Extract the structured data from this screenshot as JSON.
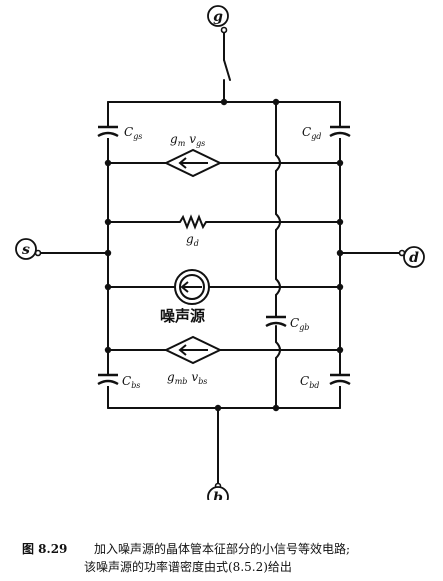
{
  "terminals": {
    "gate": "g",
    "source": "s",
    "drain": "d",
    "body": "b"
  },
  "labels": {
    "c_gs": "C",
    "c_gs_sub": "gs",
    "c_gd": "C",
    "c_gd_sub": "gd",
    "c_gb": "C",
    "c_gb_sub": "gb",
    "c_bs": "C",
    "c_bs_sub": "bs",
    "c_bd": "C",
    "c_bd_sub": "bd",
    "gm": "g",
    "gm_sub": "m",
    "vgs": "v",
    "vgs_sub": "gs",
    "gd": "g",
    "gd_sub": "d",
    "gmb": "g",
    "gmb_sub": "mb",
    "vbs": "v",
    "vbs_sub": "bs",
    "noise_source": "噪声源"
  },
  "caption": {
    "figure_number": "图 8.29",
    "line1": "加入噪声源的晶体管本征部分的小信号等效电路;",
    "line2": "该噪声源的功率谱密度由式(8.5.2)给出"
  }
}
